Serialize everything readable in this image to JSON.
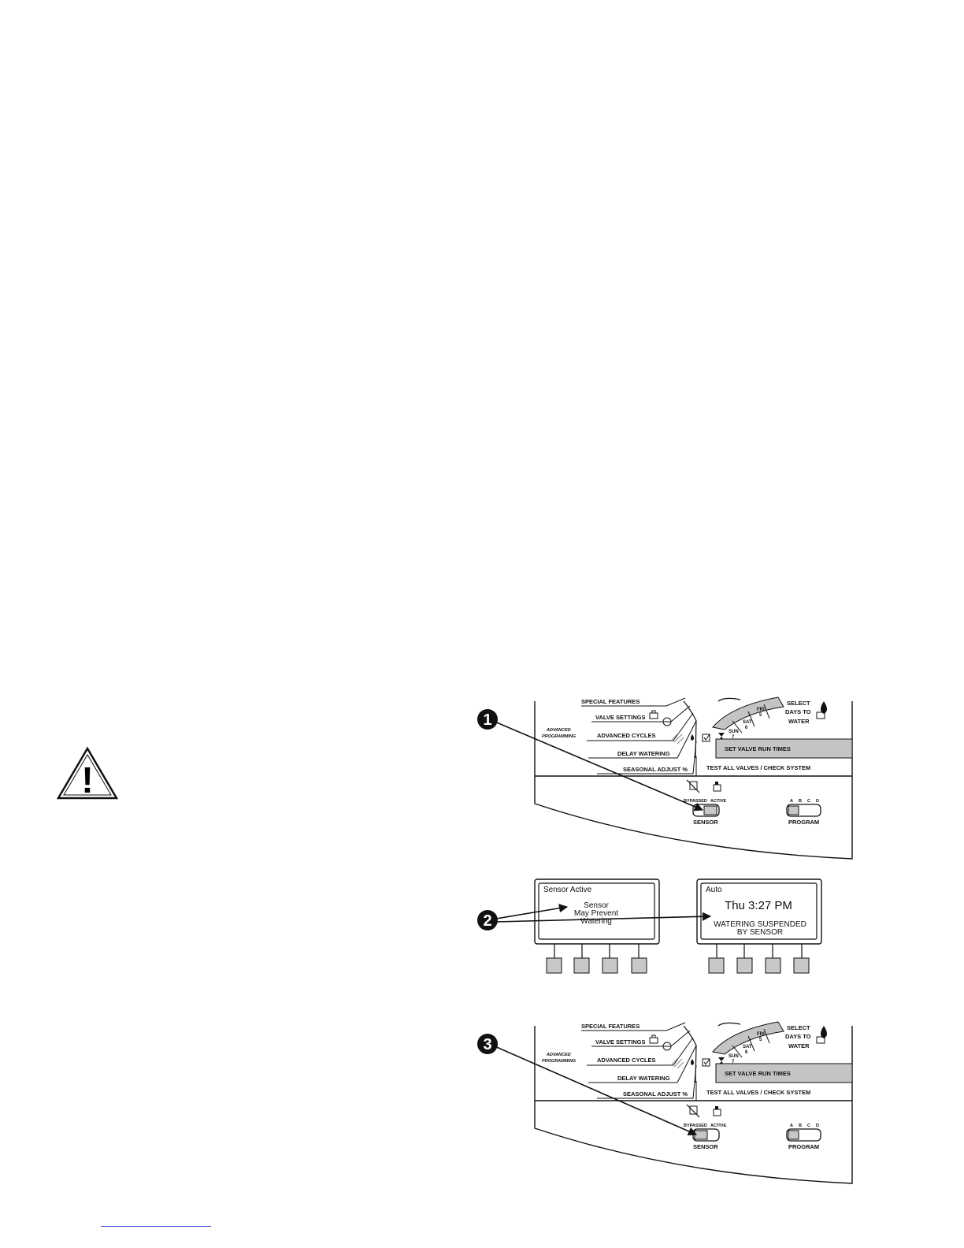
{
  "warning": {
    "icon": "warning-triangle-icon",
    "glyph": "!"
  },
  "steps": [
    "1",
    "2",
    "3"
  ],
  "controller_panel": {
    "dial_labels": {
      "special_features": "SPECIAL FEATURES",
      "valve_settings": "VALVE SETTINGS",
      "advanced_cycles": "ADVANCED CYCLES",
      "delay_watering": "DELAY WATERING",
      "seasonal_adjust": "SEASONAL ADJUST %"
    },
    "advanced_programming": [
      "ADVANCED",
      "PROGRAMMING"
    ],
    "select_days": [
      "SELECT",
      "DAYS TO",
      "WATER"
    ],
    "days": [
      {
        "name": "FRI",
        "num": "5"
      },
      {
        "name": "SAT",
        "num": "6"
      },
      {
        "name": "SUN",
        "num": "7"
      }
    ],
    "set_valve_run_times": "SET VALVE RUN TIMES",
    "test_all_valves": "TEST ALL VALVES / CHECK SYSTEM",
    "sensor": {
      "bypassed": "BYPASSED",
      "active": "ACTIVE",
      "label": "SENSOR"
    },
    "program": {
      "letters": [
        "A",
        "B",
        "C",
        "D"
      ],
      "label": "PROGRAM"
    }
  },
  "displays": {
    "left": {
      "header": "Sensor Active",
      "lines": [
        "Sensor",
        "May Prevent",
        "Watering"
      ]
    },
    "right": {
      "header": "Auto",
      "time": "Thu 3:27 PM",
      "lines": [
        "WATERING SUSPENDED",
        "BY SENSOR"
      ]
    }
  },
  "colors": {
    "highlight": "#c4c4c4",
    "ink": "#111111",
    "button": "#c8c8c8"
  }
}
